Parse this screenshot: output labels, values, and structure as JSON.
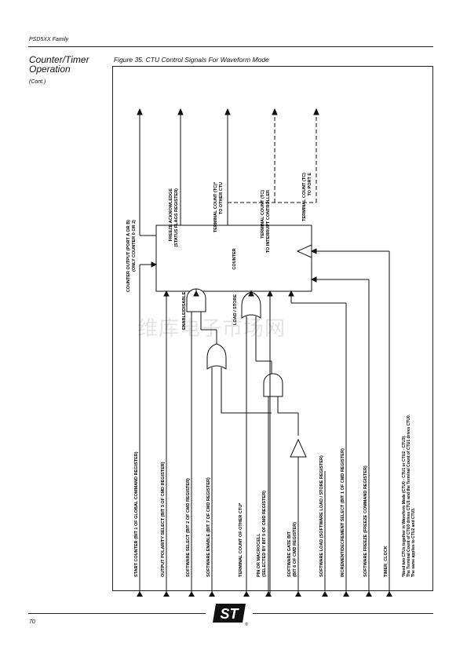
{
  "header": {
    "family": "PSD5XX Family"
  },
  "section": {
    "title": "Counter/Timer Operation",
    "cont": "(Cont.)"
  },
  "figure": {
    "caption": "Figure 35. CTU Control Signals For Waveform Mode",
    "counter_label": "COUNTER",
    "outputs": [
      {
        "line1": "COUNTER OUTPUT (PORT A OR B)",
        "line2": "(ONLY COUNTER 0 OR 2)"
      },
      {
        "line1": "FREEZE ACKNOWLEDGE",
        "line2": "(STATUS FLAGS REGISTER)"
      },
      {
        "line1": "TERMINAL COUNT (TC)*",
        "line2": "TO OTHER CTU"
      },
      {
        "line1": "TERMINAL COUNT (TC)",
        "line2": "TO INTERRUPT CONTROLLER"
      },
      {
        "line1": "TERMINAL COUNT (TC)",
        "line2": "TO PORT E"
      }
    ],
    "inputs": [
      {
        "line1": "START COUNTER (BIT 1 OF GLOBAL COMMAND REGISTER)",
        "line2": ""
      },
      {
        "line1": "OUTPUT POLARITY SELECT (BIT 3 OF CMD REGISTER)",
        "line2": ""
      },
      {
        "line1": "SOFTWARE SELECT (BIT 2 OF CMD REGISTER)",
        "line2": ""
      },
      {
        "line1": "SOFTWARE ENABLE (BIT 7 OF CMD REGISTER)",
        "line2": ""
      },
      {
        "line1": "TERMINAL COUNT OF OTHER CTU*",
        "line2": ""
      },
      {
        "line1": "PIN OR MACROCELL",
        "line2": "(SELECTED BY BIT 5 OF CMD REGISTER)"
      },
      {
        "line1": "SOFTWARE GATE BIT",
        "line2": "(BIT 6 OF CMD REGISTER)"
      },
      {
        "line1": "SOFTWARE LOAD (SOFTWARE LOAD / STORE REGISTER)",
        "line2": ""
      },
      {
        "line1": "INCREMENT/DECREMENT SELECT (BIT 1 OF CMD REGISTER)",
        "line2": ""
      },
      {
        "line1": "SOFTWARE FREEZE (FREEZE COMMAND REGISTER)",
        "line2": ""
      },
      {
        "line1": "TIMER_CLOCK",
        "line2": ""
      }
    ],
    "gate_labels": {
      "enable": "ENABLE/DISABLE",
      "load": "LOAD / STORE"
    },
    "footnote": [
      "*Need two CTUs together in Waveform Mode (CTU0 - CTU1 or CTU2 - CTU3).",
      "The Terminal Count of CTU0 drives CTU1 and the Terminal Count of CTU1 drives CTU0.",
      "The same applies to CTU2 and CTU3."
    ]
  },
  "watermark": "维库电子市场网",
  "footer": {
    "page": "70",
    "logo": "ST",
    "logo_mark": "®"
  }
}
